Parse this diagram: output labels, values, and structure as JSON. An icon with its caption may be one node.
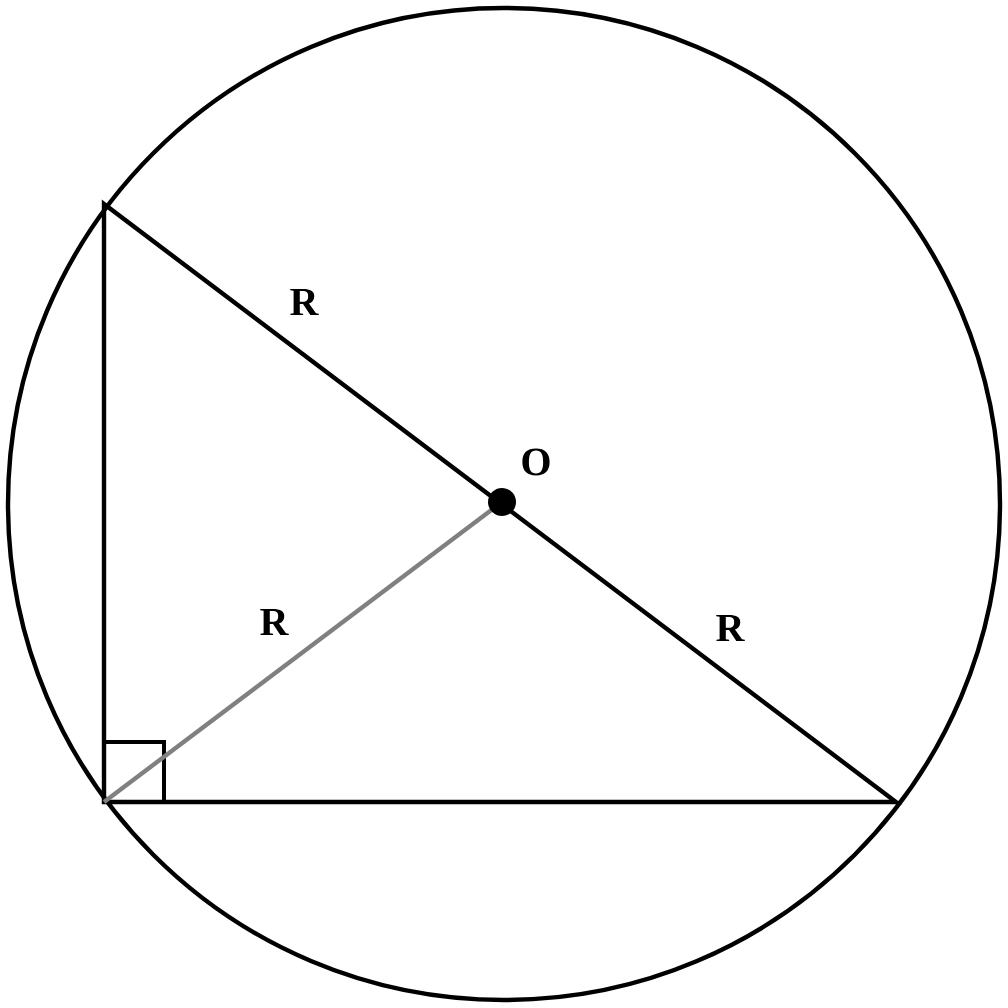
{
  "diagram": {
    "labels": [
      "R",
      "O",
      "R",
      "R"
    ]
  }
}
